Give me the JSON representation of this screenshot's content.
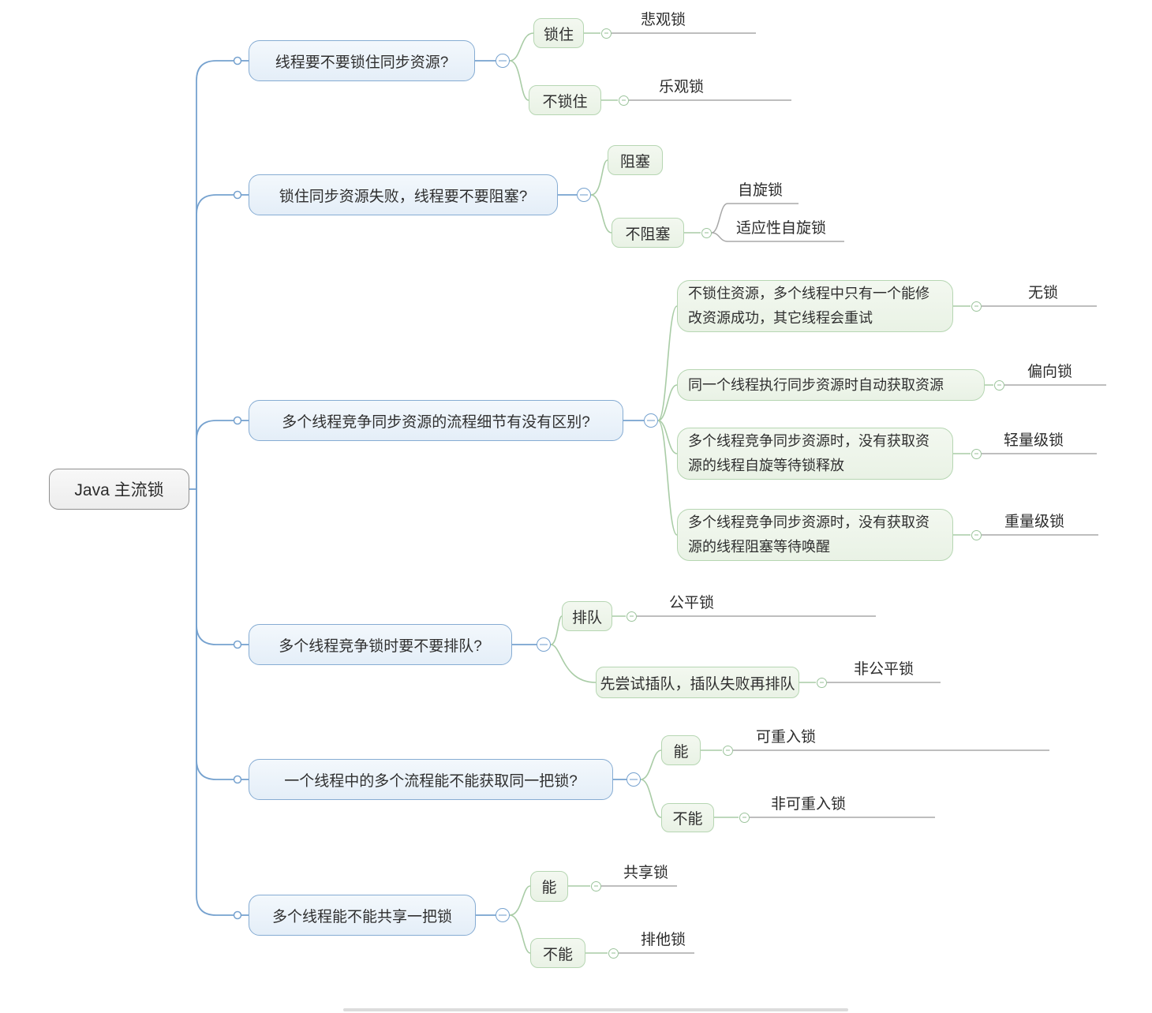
{
  "root": {
    "label": "Java 主流锁"
  },
  "branches": [
    {
      "question": "线程要不要锁住同步资源?",
      "answers": [
        {
          "label": "锁住",
          "locks": [
            "悲观锁"
          ]
        },
        {
          "label": "不锁住",
          "locks": [
            "乐观锁"
          ]
        }
      ]
    },
    {
      "question": "锁住同步资源失败，线程要不要阻塞?",
      "answers": [
        {
          "label": "阻塞",
          "locks": []
        },
        {
          "label": "不阻塞",
          "locks": [
            "自旋锁",
            "适应性自旋锁"
          ]
        }
      ]
    },
    {
      "question": "多个线程竞争同步资源的流程细节有没有区别?",
      "answers": [
        {
          "label": "不锁住资源，多个线程中只有一个能修改资源成功，其它线程会重试",
          "locks": [
            "无锁"
          ]
        },
        {
          "label": "同一个线程执行同步资源时自动获取资源",
          "locks": [
            "偏向锁"
          ]
        },
        {
          "label": "多个线程竞争同步资源时，没有获取资源的线程自旋等待锁释放",
          "locks": [
            "轻量级锁"
          ]
        },
        {
          "label": "多个线程竞争同步资源时，没有获取资源的线程阻塞等待唤醒",
          "locks": [
            "重量级锁"
          ]
        }
      ]
    },
    {
      "question": "多个线程竞争锁时要不要排队?",
      "answers": [
        {
          "label": "排队",
          "locks": [
            "公平锁"
          ]
        },
        {
          "label": "先尝试插队，插队失败再排队",
          "locks": [
            "非公平锁"
          ]
        }
      ]
    },
    {
      "question": "一个线程中的多个流程能不能获取同一把锁?",
      "answers": [
        {
          "label": "能",
          "locks": [
            "可重入锁"
          ]
        },
        {
          "label": "不能",
          "locks": [
            "非可重入锁"
          ]
        }
      ]
    },
    {
      "question": "多个线程能不能共享一把锁",
      "answers": [
        {
          "label": "能",
          "locks": [
            "共享锁"
          ]
        },
        {
          "label": "不能",
          "locks": [
            "排他锁"
          ]
        }
      ]
    }
  ],
  "colors": {
    "question_border": "#86acd3",
    "question_fill": "#e9f2fa",
    "answer_border": "#b6d6b2",
    "answer_fill": "#eef5ec",
    "root_border": "#8f8f8f",
    "root_fill": "#f4f4f4",
    "line_blue": "#76a2cf",
    "line_green": "#a9cca6",
    "line_gray": "#a8a8a8",
    "text": "#333333"
  }
}
